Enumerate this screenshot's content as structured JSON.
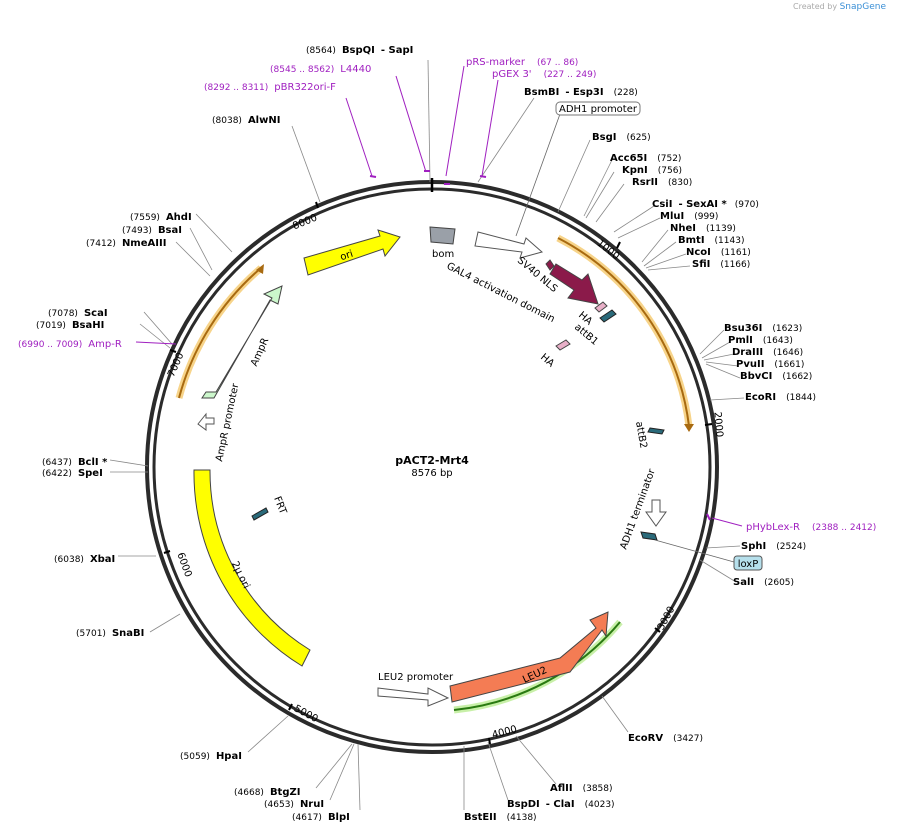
{
  "credit": {
    "prefix": "Created by",
    "brand": "SnapGene"
  },
  "plasmid": {
    "name": "pACT2-Mrt4",
    "length": "8576 bp"
  },
  "ticks": [
    "1000",
    "2000",
    "3000",
    "4000",
    "5000",
    "6000",
    "7000",
    "8000"
  ],
  "features": [
    {
      "label": "ori"
    },
    {
      "label": "bom"
    },
    {
      "label": "GAL4 activation domain"
    },
    {
      "label": "SV40 NLS"
    },
    {
      "label": "HA"
    },
    {
      "label": "attB1"
    },
    {
      "label": "HA"
    },
    {
      "label": "attB2"
    },
    {
      "label": "ADH1 terminator"
    },
    {
      "label": "LEU2"
    },
    {
      "label": "LEU2 promoter"
    },
    {
      "label": "2μ ori"
    },
    {
      "label": "FRT"
    },
    {
      "label": "AmpR"
    },
    {
      "label": "AmpR promoter"
    },
    {
      "label": "ADH1 promoter"
    },
    {
      "label": "loxP"
    }
  ],
  "enzymes": [
    {
      "name": "BspQI",
      "pos": "(8564)",
      "extra": "- SapI"
    },
    {
      "name": "BsmBI",
      "pos": "(228)",
      "extra": "- Esp3I"
    },
    {
      "name": "BsgI",
      "pos": "(625)"
    },
    {
      "name": "Acc65I",
      "pos": "(752)"
    },
    {
      "name": "KpnI",
      "pos": "(756)"
    },
    {
      "name": "RsrII",
      "pos": "(830)"
    },
    {
      "name": "CsiI",
      "pos": "(970)",
      "extra": "- SexAI *"
    },
    {
      "name": "MluI",
      "pos": "(999)"
    },
    {
      "name": "NheI",
      "pos": "(1139)"
    },
    {
      "name": "BmtI",
      "pos": "(1143)"
    },
    {
      "name": "NcoI",
      "pos": "(1161)"
    },
    {
      "name": "SfiI",
      "pos": "(1166)"
    },
    {
      "name": "Bsu36I",
      "pos": "(1623)"
    },
    {
      "name": "PmlI",
      "pos": "(1643)"
    },
    {
      "name": "DraIII",
      "pos": "(1646)"
    },
    {
      "name": "PvuII",
      "pos": "(1661)"
    },
    {
      "name": "BbvCI",
      "pos": "(1662)"
    },
    {
      "name": "EcoRI",
      "pos": "(1844)"
    },
    {
      "name": "SphI",
      "pos": "(2524)"
    },
    {
      "name": "SalI",
      "pos": "(2605)"
    },
    {
      "name": "EcoRV",
      "pos": "(3427)"
    },
    {
      "name": "AflII",
      "pos": "(3858)"
    },
    {
      "name": "BspDI",
      "pos": "(4023)",
      "extra": "- ClaI"
    },
    {
      "name": "BstEII",
      "pos": "(4138)"
    },
    {
      "name": "BlpI",
      "pos": "(4617)"
    },
    {
      "name": "NruI",
      "pos": "(4653)"
    },
    {
      "name": "BtgZI",
      "pos": "(4668)"
    },
    {
      "name": "HpaI",
      "pos": "(5059)"
    },
    {
      "name": "SnaBI",
      "pos": "(5701)"
    },
    {
      "name": "XbaI",
      "pos": "(6038)"
    },
    {
      "name": "SpeI",
      "pos": "(6422)"
    },
    {
      "name": "BclI *",
      "pos": "(6437)"
    },
    {
      "name": "BsaHI",
      "pos": "(7019)"
    },
    {
      "name": "ScaI",
      "pos": "(7078)"
    },
    {
      "name": "NmeAIII",
      "pos": "(7412)"
    },
    {
      "name": "BsaI",
      "pos": "(7493)"
    },
    {
      "name": "AhdI",
      "pos": "(7559)"
    },
    {
      "name": "AlwNI",
      "pos": "(8038)"
    }
  ],
  "primers": [
    {
      "name": "L4440",
      "pos": "(8545 .. 8562)"
    },
    {
      "name": "pBR322ori-F",
      "pos": "(8292 .. 8311)"
    },
    {
      "name": "pRS-marker",
      "pos": "(67 .. 86)"
    },
    {
      "name": "pGEX 3'",
      "pos": "(227 .. 249)"
    },
    {
      "name": "Amp-R",
      "pos": "(6990 .. 7009)"
    },
    {
      "name": "pHybLex-R",
      "pos": "(2388 .. 2412)"
    }
  ],
  "colors": {
    "primer": "#a020c0",
    "leu2": "#f47c54",
    "sv40": "#8b1a4a",
    "ori": "#ffff00",
    "amp": "#ccf7cc",
    "tag": "#2a6a7a",
    "orange_arc": "#e0941a",
    "green_arc": "#5fb030"
  }
}
